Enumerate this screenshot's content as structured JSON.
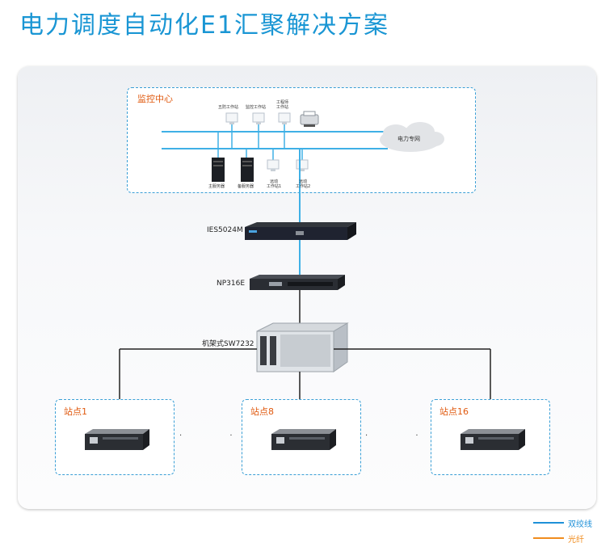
{
  "title": "电力调度自动化E1汇聚解决方案",
  "monitor_center": {
    "label": "监控中心",
    "workstations": [
      {
        "label": "五防工作站"
      },
      {
        "label": "监控工作站"
      },
      {
        "label": "工程师\n工作站"
      }
    ],
    "servers": [
      {
        "label": "主服务器"
      },
      {
        "label": "备服务器"
      }
    ],
    "remote_workstations": [
      {
        "label": "远动\n工作站1"
      },
      {
        "label": "远动\n工作站2"
      }
    ],
    "cloud_label": "电力专网"
  },
  "devices": {
    "switch": "IES5024M",
    "converter": "NP316E",
    "rack": "机架式SW7232"
  },
  "stations": [
    {
      "label": "站点1"
    },
    {
      "label": "站点8"
    },
    {
      "label": "站点16"
    }
  ],
  "ellipsis": "· · ·",
  "legend": [
    {
      "label": "双绞线",
      "color": "#1e90d8"
    },
    {
      "label": "光纤",
      "color": "#f08c1e"
    }
  ],
  "colors": {
    "accent": "#1a96d4",
    "label_orange": "#e05a10",
    "wire_blue": "#3fb0e6"
  }
}
